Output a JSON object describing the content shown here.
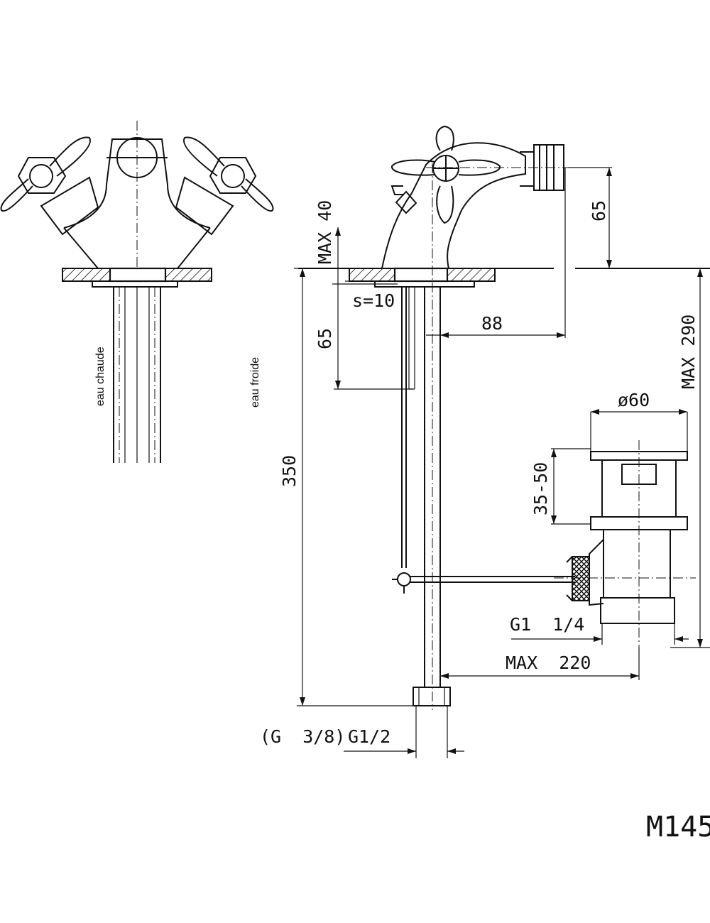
{
  "labels": {
    "hot": "eau chaude",
    "cold": "eau froide",
    "code": "M145"
  },
  "dimensions": {
    "max40": "MAX 40",
    "s10": "s=10",
    "d65_left": "65",
    "d88": "88",
    "d65_right": "65",
    "max290": "MAX 290",
    "d350": "350",
    "phi60": "ø60",
    "d35_50": "35-50",
    "g1_1_4": "G1  1/4",
    "max220": "MAX  220",
    "g3_8": "(G  3/8)",
    "g1_2": "G1/2"
  }
}
